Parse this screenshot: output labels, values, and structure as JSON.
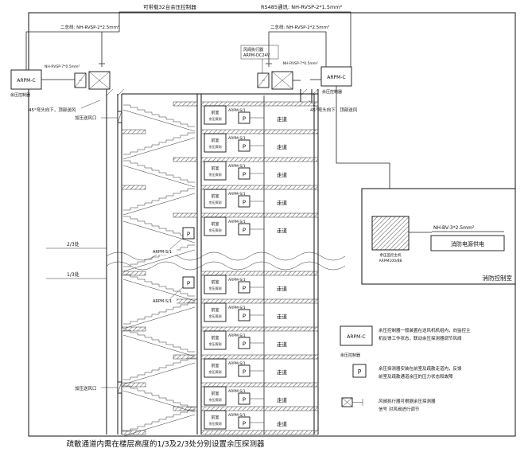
{
  "top": {
    "capacity_label": "可带载32台余压控制器",
    "rs485_label": "RS485通讯: NH-RVSP-2*1.5mm²",
    "bus_left_label": "二总线: NH-RVSP-2*2.5mm²",
    "bus_right_label": "二总线: NH-RVSP-2*2.5mm²"
  },
  "controllers": {
    "left": {
      "name": "ARPM-C",
      "caption": "余压控制器",
      "wire_label": "NH-RVSP-7*0.5mm²"
    },
    "right": {
      "name": "ARPM-C",
      "caption": "余压控制器",
      "wire_label": "NH-RVSP-7*0.5mm²"
    }
  },
  "fans": {
    "actuator_label_1": "风阀执行器",
    "actuator_label_2": "ARPM-DC24V",
    "elbow_note_left": "45°弯头向下，顶部送风",
    "elbow_note_right": "45°弯头向下，顶部送风"
  },
  "shaft": {
    "outlet_label_upper": "加压送风口",
    "outlet_label_lower": "加压送风口",
    "mark_two_thirds": "2/3处",
    "mark_one_third": "1/3处",
    "stair_detector_label_upper": "ARPM-S/1",
    "stair_detector_label_lower": "ARPM-S/1",
    "detector_letter": "P"
  },
  "floor_row": {
    "anteroom_label_1": "前室",
    "anteroom_label_2": "余压探测",
    "unit_label": "ARPM-S/1",
    "detector_letter": "P",
    "corridor_label": "走道"
  },
  "control_room": {
    "host_caption_1": "余压监控主机",
    "host_caption_2": "ARPM100/B8",
    "wire_label": "NH-BV-3*2.5mm²",
    "power_supply_label": "消防电源供电",
    "room_label": "消防控制室"
  },
  "legend": {
    "controller_symbol": "ARPM-C",
    "controller_caption": "余压控制器",
    "controller_desc_1": "余压控制器一般装置在送风机机组内，向监控主",
    "controller_desc_2": "机反馈工作状态，联动余压探测器调节风阀",
    "detector_symbol": "P",
    "detector_desc_1": "余压探测器安装在前室及疏散走道内，反馈",
    "detector_desc_2": "前室及疏散通道余压的压力状态和故障",
    "actuator_desc_1": "风阀执行器可根据余压探测器",
    "actuator_desc_2": "信号 对风阀进行调节"
  },
  "caption": "疏散通道内需在楼层高度的1/3及2/3处分别设置余压探测器"
}
